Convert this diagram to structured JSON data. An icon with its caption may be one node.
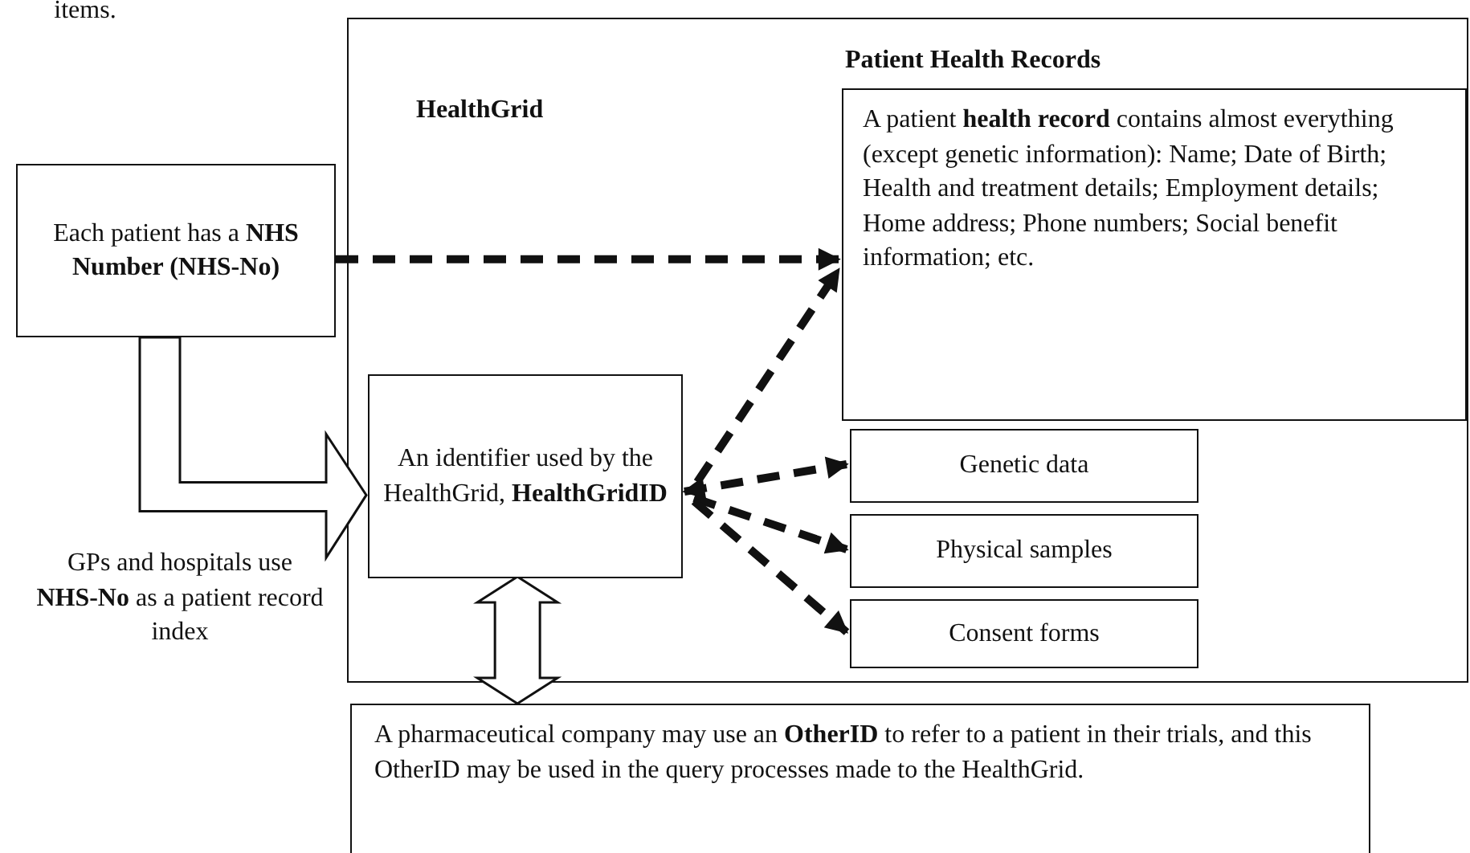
{
  "diagram": {
    "nodes": [
      {
        "text": [
          "HealthGrid"
        ]
      },
      {
        "text": [
          "Patient Health Records",
          "A patient **health record** contains almost everything (except genetic information): Name; Date of Birth; Health and treatment details; Employment details; Home address; Phone numbers; Social benefit information; etc."
        ],
        "in": 0
      },
      {
        "text": [
          "Each patient has a **NHS Number (NHS-No)**"
        ]
      },
      {
        "text": [
          "An identifier used by the HealthGrid, **HealthGridID**"
        ],
        "in": 0
      },
      {
        "text": [
          "Genetic data"
        ],
        "in": 0
      },
      {
        "text": [
          "Physical samples"
        ],
        "in": 0
      },
      {
        "text": [
          "Consent forms"
        ],
        "in": 0
      },
      {
        "text": [
          "A pharmaceutical company may use an **OtherID** to refer to a patient in their trials, and this OtherID may be used in the query processes made to the HealthGrid."
        ]
      }
    ],
    "edges": [
      {
        "from": 2,
        "to": 1,
        "arrow": "to",
        "style": "dashed"
      },
      {
        "from": 3,
        "to": 1,
        "arrow": "to",
        "style": "dashed"
      },
      {
        "from": 3,
        "to": 4,
        "arrow": "both",
        "style": "dashed"
      },
      {
        "from": 3,
        "to": 5,
        "arrow": "to",
        "style": "dashed"
      },
      {
        "from": 3,
        "to": 6,
        "arrow": "to",
        "style": "dashed"
      },
      {
        "from": 2,
        "to": 3,
        "arrow": "to",
        "style": "thick"
      },
      {
        "from": 3,
        "to": 7,
        "arrow": "both",
        "style": "thick"
      }
    ],
    "labels": [
      "items.",
      "GPs and hospitals use **NHS-No** as a patient record index"
    ]
  }
}
